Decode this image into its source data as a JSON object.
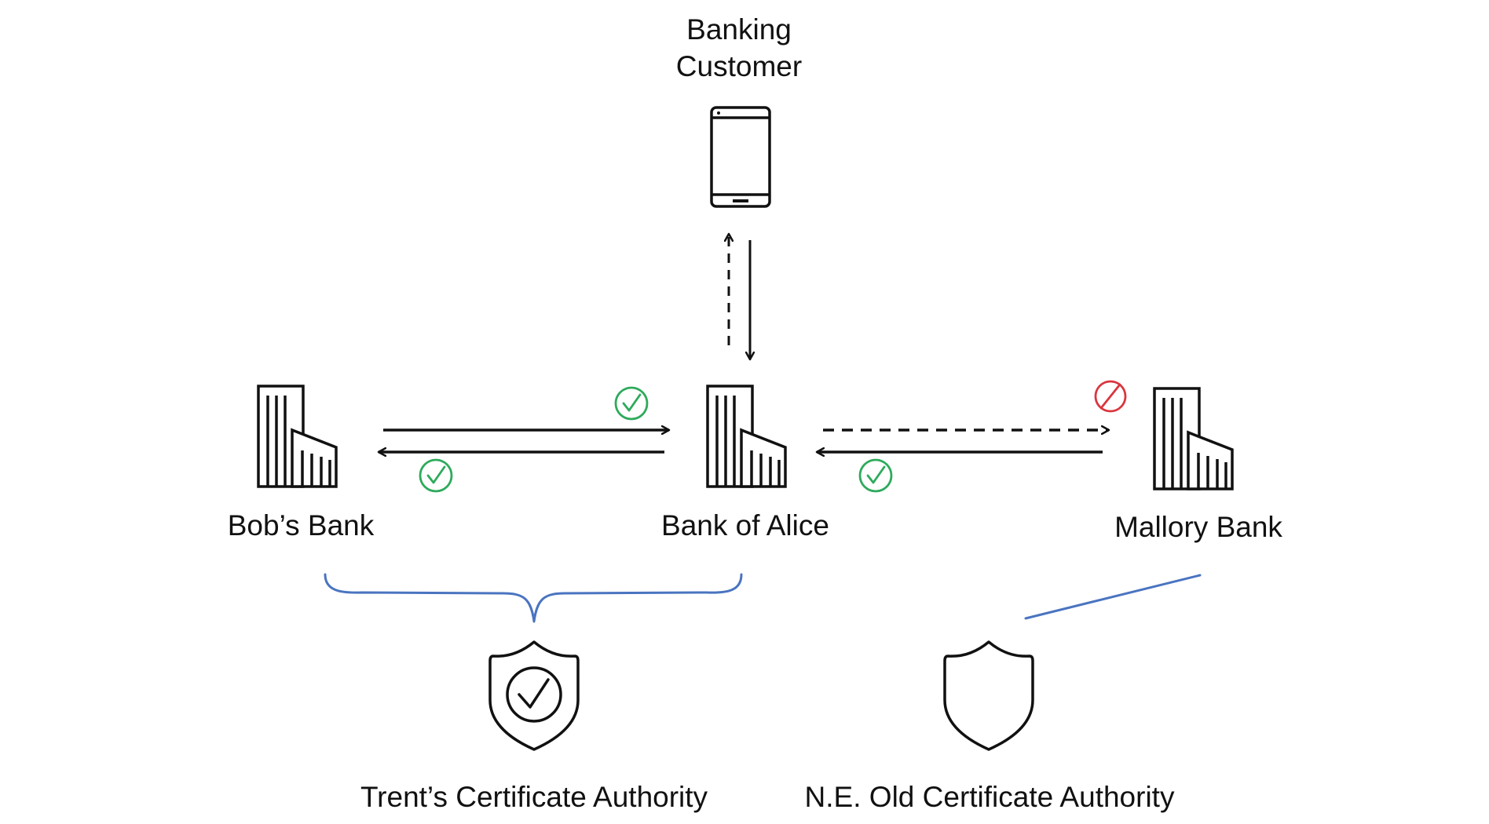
{
  "labels": {
    "customer_line1": "Banking",
    "customer_line2": "Customer",
    "bobs_bank": "Bob’s Bank",
    "bank_of_alice": "Bank of Alice",
    "mallory_bank": "Mallory Bank",
    "trents_ca": "Trent’s Certificate Authority",
    "ne_old_ca": "N.E. Old Certificate Authority"
  },
  "icons": {
    "customer": "smartphone-icon",
    "bobs_bank": "building-icon",
    "bank_of_alice": "building-icon",
    "mallory_bank": "building-icon",
    "trents_ca": "shield-check-icon",
    "ne_old_ca": "shield-icon",
    "trusted": "check-circle-icon",
    "untrusted": "prohibited-icon"
  },
  "colors": {
    "ink": "#111111",
    "trusted": "#2eaa5c",
    "untrusted": "#d9363e",
    "bracket": "#4a74c0"
  }
}
